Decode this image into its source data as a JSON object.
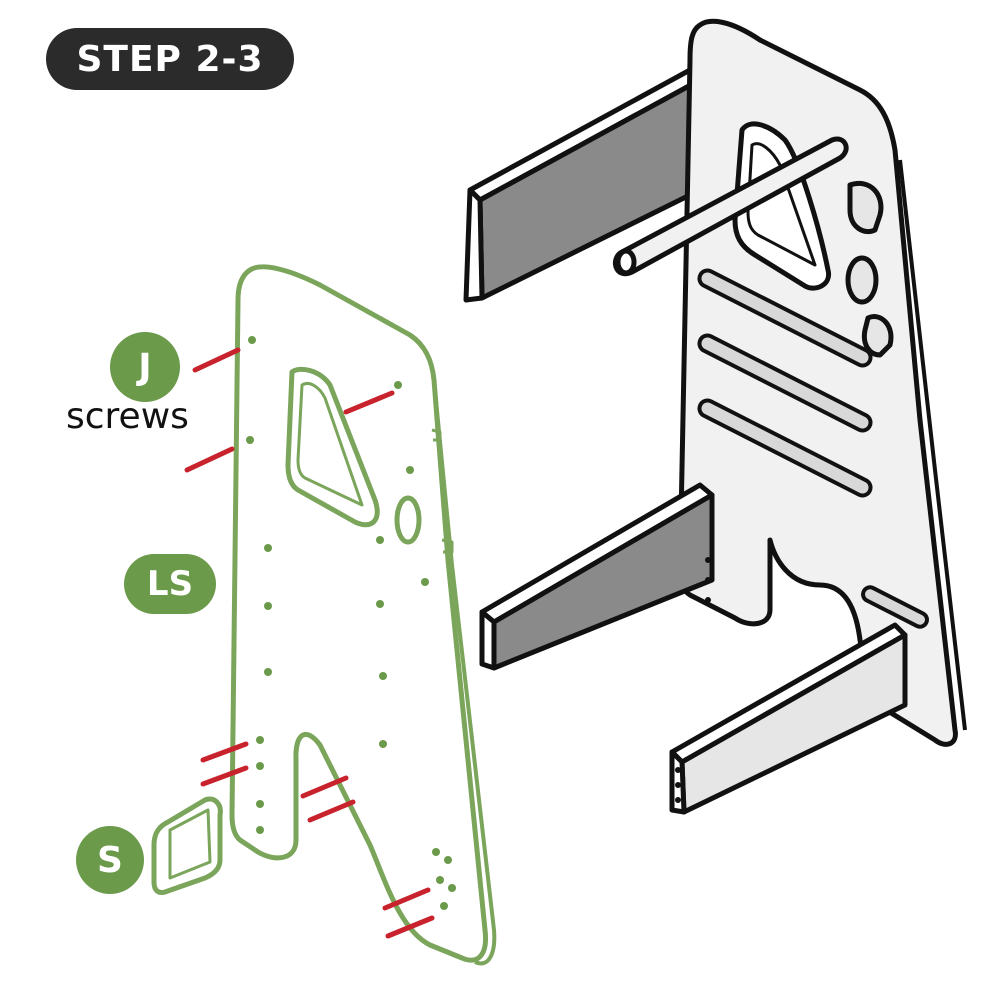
{
  "step": {
    "label": "STEP 2-3"
  },
  "parts": {
    "j": {
      "code": "J",
      "name": "screws"
    },
    "ls": {
      "code": "LS"
    },
    "s": {
      "code": "S"
    }
  },
  "colors": {
    "accent_green": "#6b9a4b",
    "outline_green": "#7aa55a",
    "screw_red": "#c8232c",
    "badge_dark": "#2b2b2b",
    "rail_grey": "#8a8a8a",
    "panel_grey": "#f1f1f1"
  }
}
